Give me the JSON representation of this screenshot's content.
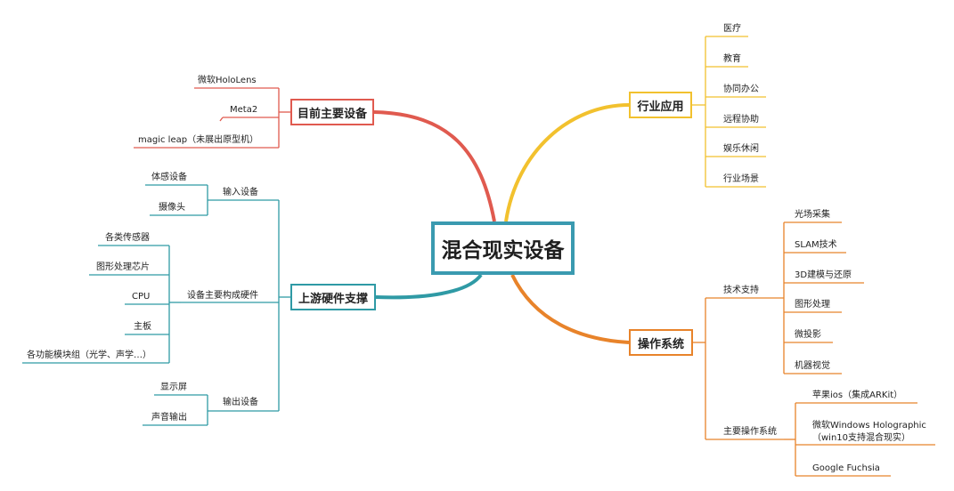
{
  "center": "混合现实设备",
  "colors": {
    "red": "#e05a4f",
    "yellow": "#f2c12e",
    "teal": "#2f9aa5",
    "orange": "#e8832a",
    "center_border": "#3a9ab0"
  },
  "branches": {
    "devices": {
      "title": "目前主要设备",
      "items": [
        "微软HoloLens",
        "Meta2",
        "magic leap（未展出原型机）"
      ]
    },
    "industry": {
      "title": "行业应用",
      "items": [
        "医疗",
        "教育",
        "协同办公",
        "远程协助",
        "娱乐休闲",
        "行业场景"
      ]
    },
    "hardware": {
      "title": "上游硬件支撑",
      "input": {
        "title": "输入设备",
        "items": [
          "体感设备",
          "摄像头"
        ]
      },
      "components": {
        "title": "设备主要构成硬件",
        "items": [
          "各类传感器",
          "图形处理芯片",
          "CPU",
          "主板",
          "各功能模块组（光学、声学…）"
        ]
      },
      "output": {
        "title": "输出设备",
        "items": [
          "显示屏",
          "声音输出"
        ]
      }
    },
    "os": {
      "title": "操作系统",
      "tech": {
        "title": "技术支持",
        "items": [
          "光场采集",
          "SLAM技术",
          "3D建模与还原",
          "图形处理",
          "微投影",
          "机器视觉"
        ]
      },
      "systems": {
        "title": "主要操作系统",
        "items": [
          "苹果ios（集成ARKit）",
          "微软Windows Holographic",
          "（win10支持混合现实）",
          "Google Fuchsia"
        ]
      }
    }
  }
}
